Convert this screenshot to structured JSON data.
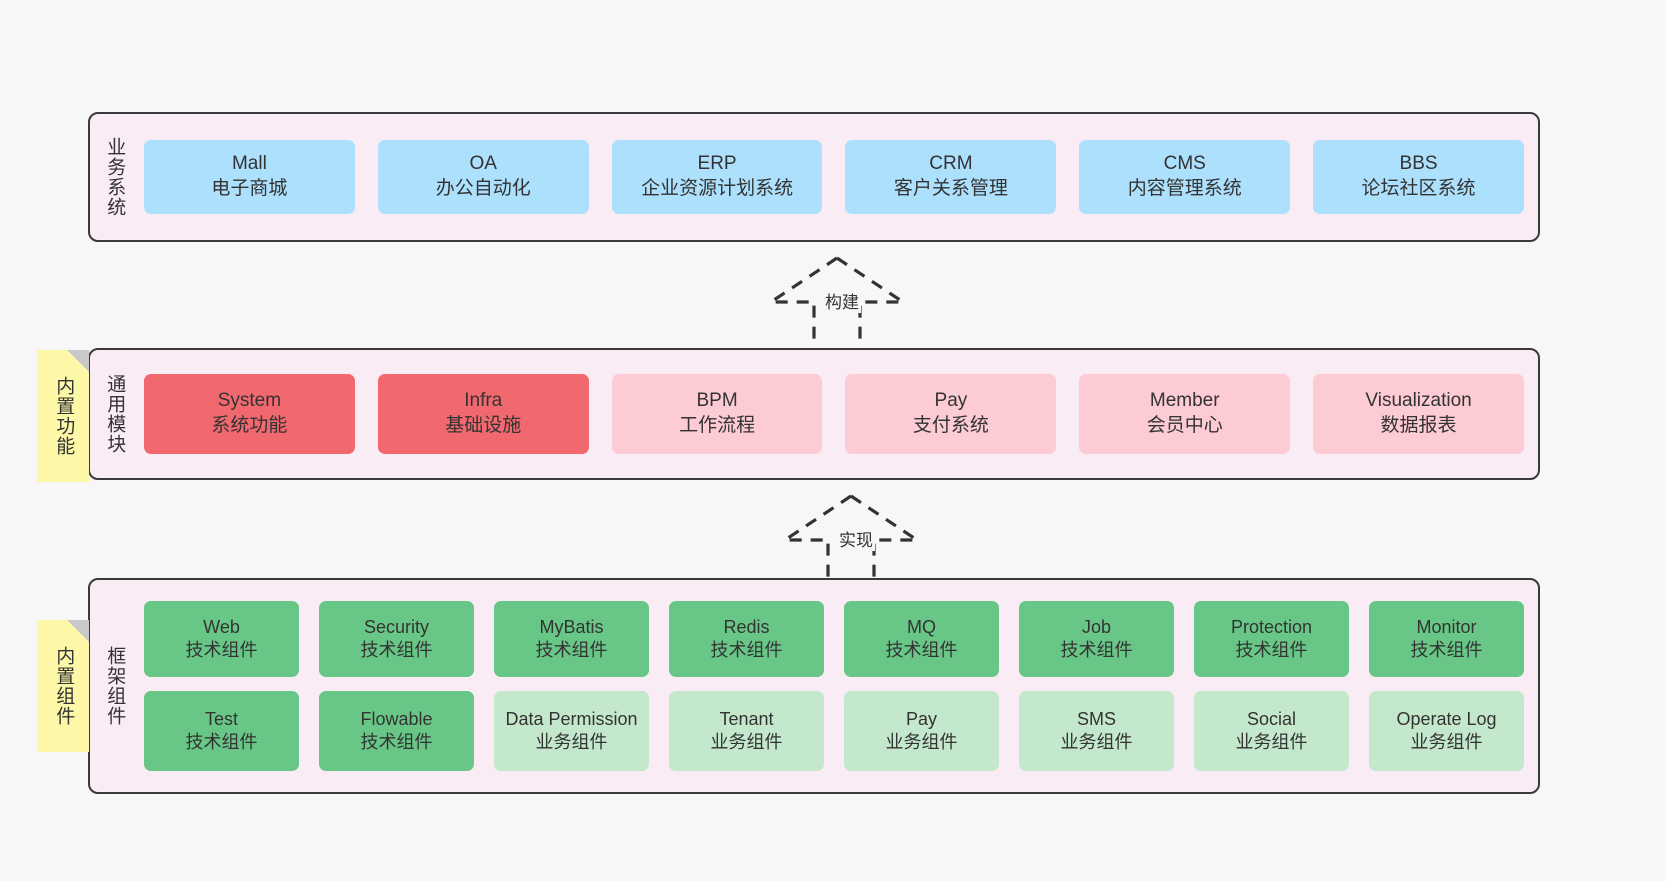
{
  "diagram": {
    "title": "",
    "background_color": "#f7f7f7",
    "layer_background": "#f9ecf4",
    "layer_border": "#3a3a3a",
    "note_color": "#fcf8a8",
    "colors": {
      "business": "#ace0fd",
      "module_primary": "#f2686f",
      "module_secondary": "#fccbd3",
      "component_tech": "#68c786",
      "component_business": "#c3e8cb"
    }
  },
  "notes": [
    {
      "name": "builtin-function",
      "label": "内置功能"
    },
    {
      "name": "builtin-component",
      "label": "内置组件"
    }
  ],
  "arrows": [
    {
      "name": "build",
      "label": "构建",
      "style": "dashed-hollow-up"
    },
    {
      "name": "implement",
      "label": "实现",
      "style": "dashed-hollow-up"
    }
  ],
  "layers": [
    {
      "name": "business-system",
      "label": "业务系统",
      "rows": [
        {
          "cards": [
            {
              "title": "Mall",
              "subtitle": "电子商城",
              "color": "blue"
            },
            {
              "title": "OA",
              "subtitle": "办公自动化",
              "color": "blue"
            },
            {
              "title": "ERP",
              "subtitle": "企业资源计划系统",
              "color": "blue"
            },
            {
              "title": "CRM",
              "subtitle": "客户关系管理",
              "color": "blue"
            },
            {
              "title": "CMS",
              "subtitle": "内容管理系统",
              "color": "blue"
            },
            {
              "title": "BBS",
              "subtitle": "论坛社区系统",
              "color": "blue"
            }
          ]
        }
      ]
    },
    {
      "name": "common-module",
      "label": "通用模块",
      "rows": [
        {
          "cards": [
            {
              "title": "System",
              "subtitle": "系统功能",
              "color": "red"
            },
            {
              "title": "Infra",
              "subtitle": "基础设施",
              "color": "red"
            },
            {
              "title": "BPM",
              "subtitle": "工作流程",
              "color": "pink"
            },
            {
              "title": "Pay",
              "subtitle": "支付系统",
              "color": "pink"
            },
            {
              "title": "Member",
              "subtitle": "会员中心",
              "color": "pink"
            },
            {
              "title": "Visualization",
              "subtitle": "数据报表",
              "color": "pink"
            }
          ]
        }
      ]
    },
    {
      "name": "framework-component",
      "label": "框架组件",
      "rows": [
        {
          "cards": [
            {
              "title": "Web",
              "subtitle": "技术组件",
              "color": "green"
            },
            {
              "title": "Security",
              "subtitle": "技术组件",
              "color": "green"
            },
            {
              "title": "MyBatis",
              "subtitle": "技术组件",
              "color": "green"
            },
            {
              "title": "Redis",
              "subtitle": "技术组件",
              "color": "green"
            },
            {
              "title": "MQ",
              "subtitle": "技术组件",
              "color": "green"
            },
            {
              "title": "Job",
              "subtitle": "技术组件",
              "color": "green"
            },
            {
              "title": "Protection",
              "subtitle": "技术组件",
              "color": "green"
            },
            {
              "title": "Monitor",
              "subtitle": "技术组件",
              "color": "green"
            }
          ]
        },
        {
          "cards": [
            {
              "title": "Test",
              "subtitle": "技术组件",
              "color": "green"
            },
            {
              "title": "Flowable",
              "subtitle": "技术组件",
              "color": "green"
            },
            {
              "title": "Data Permission",
              "subtitle": "业务组件",
              "color": "lightgreen"
            },
            {
              "title": "Tenant",
              "subtitle": "业务组件",
              "color": "lightgreen"
            },
            {
              "title": "Pay",
              "subtitle": "业务组件",
              "color": "lightgreen"
            },
            {
              "title": "SMS",
              "subtitle": "业务组件",
              "color": "lightgreen"
            },
            {
              "title": "Social",
              "subtitle": "业务组件",
              "color": "lightgreen"
            },
            {
              "title": "Operate Log",
              "subtitle": "业务组件",
              "color": "lightgreen"
            }
          ]
        }
      ]
    }
  ]
}
